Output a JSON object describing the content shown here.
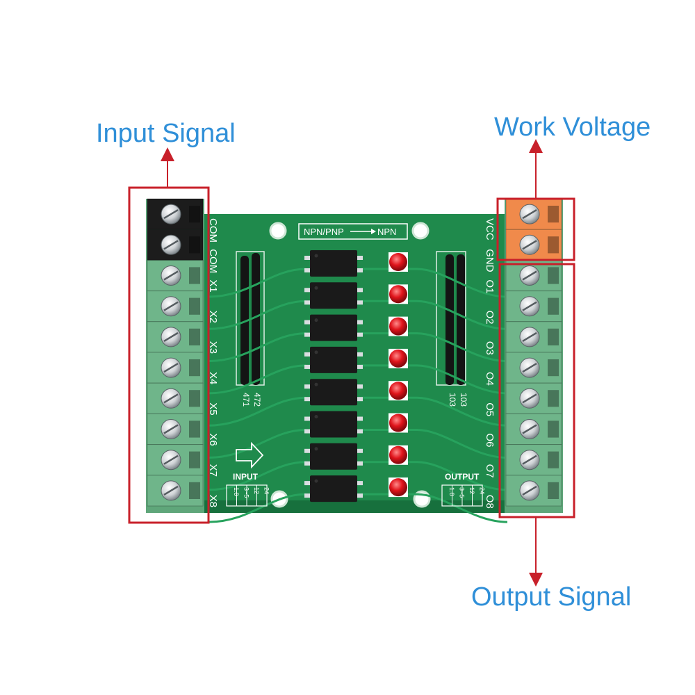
{
  "callouts": {
    "input_signal": "Input Signal",
    "work_voltage": "Work Voltage",
    "output_signal": "Output Signal"
  },
  "board": {
    "mode_label": "NPN/PNP",
    "mode_target": "NPN",
    "input_label": "INPUT",
    "output_label": "OUTPUT",
    "input_terminals": [
      "COM",
      "COM",
      "X1",
      "X2",
      "X3",
      "X4",
      "X5",
      "X6",
      "X7",
      "X8"
    ],
    "output_terminals": [
      "VCC",
      "GND",
      "O1",
      "O2",
      "O3",
      "O4",
      "O5",
      "O6",
      "O7",
      "O8"
    ],
    "resistor_left_a": "471",
    "resistor_left_b": "472",
    "resistor_right_a": "103",
    "resistor_right_b": "103",
    "jumper_left": [
      "24",
      "12",
      "3~5",
      "1.8"
    ],
    "jumper_right": [
      "24",
      "12",
      "3~5",
      "1.8"
    ],
    "optocoupler_count": 8,
    "led_count": 8
  },
  "colors": {
    "pcb_green": "#1f8a4c",
    "terminal_green": "#6fb58a",
    "terminal_black": "#1c1c1c",
    "terminal_orange": "#f08a4b",
    "highlight_red": "#c8202a",
    "callout_blue": "#2f8fd8",
    "led_red": "#e0141b"
  }
}
